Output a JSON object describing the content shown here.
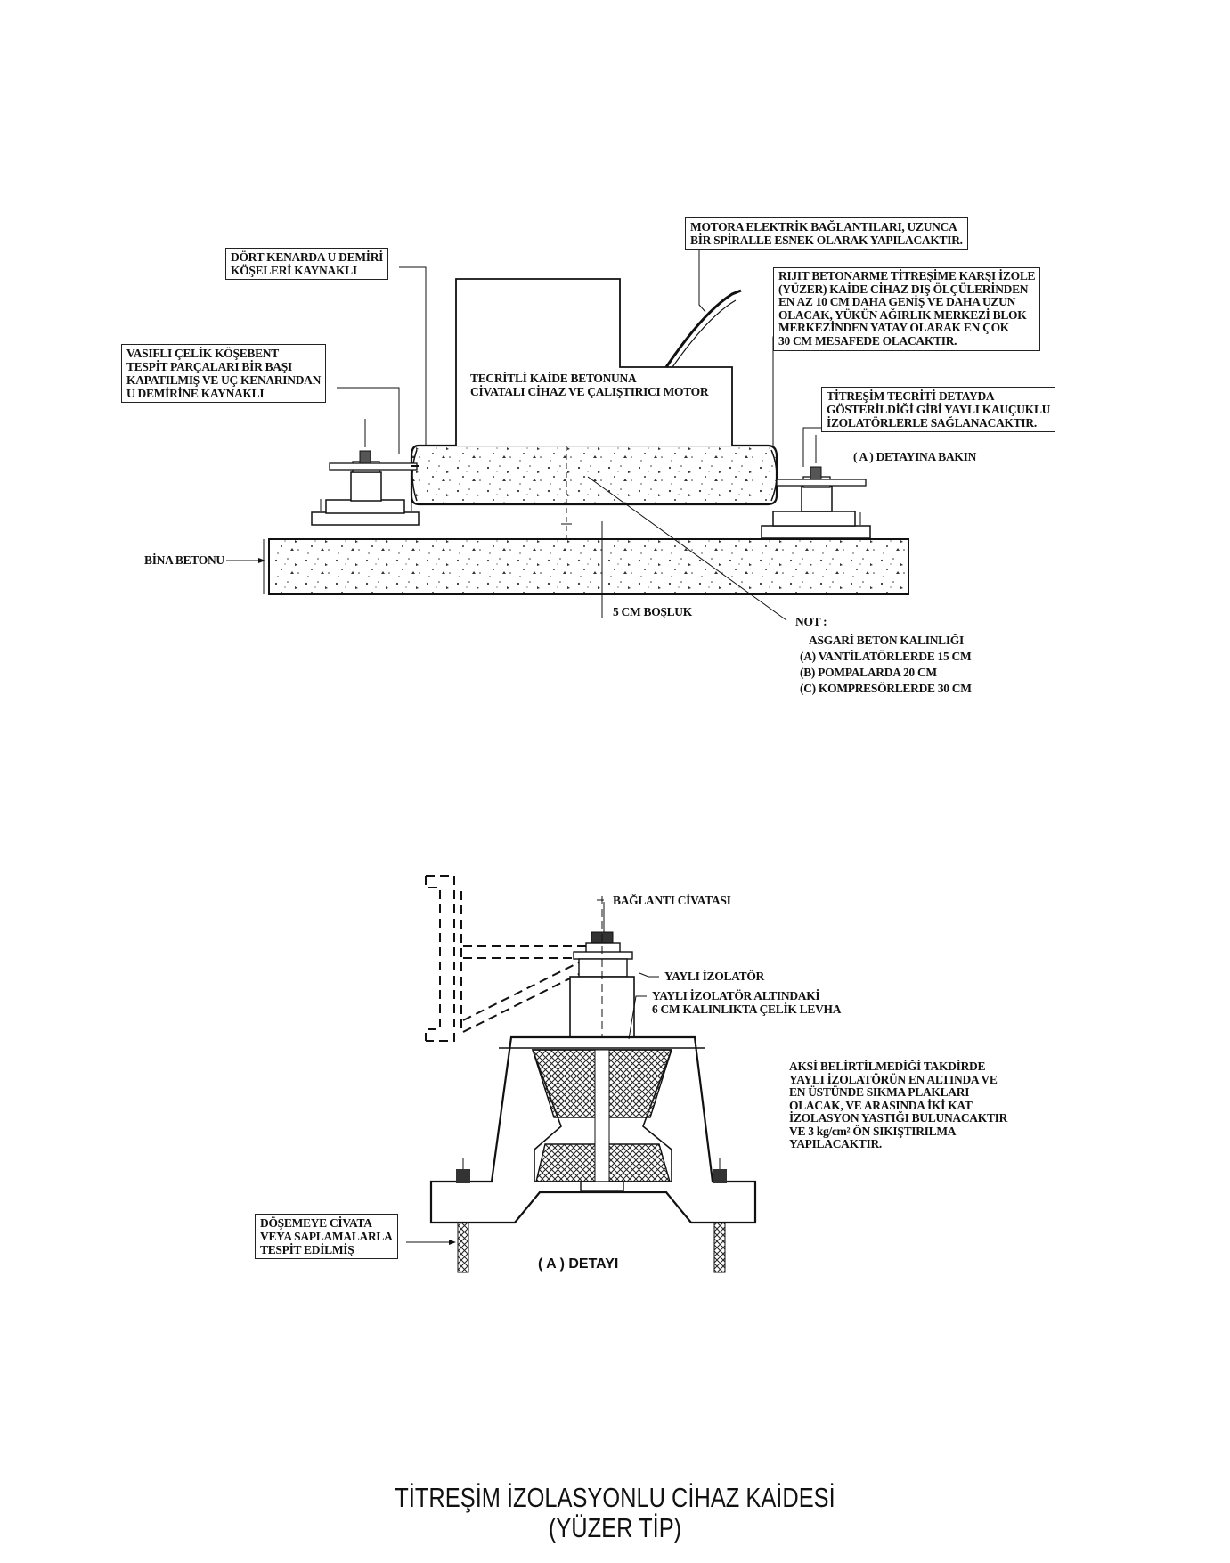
{
  "top_labels": {
    "u_iron": [
      "DÖRT KENARDA U DEMİRİ",
      "KÖŞELERİ KAYNAKLI"
    ],
    "motor_conn": [
      "MOTORA ELEKTRİK BAĞLANTILARI, UZUNCA",
      "BİR SPİRALLE ESNEK OLARAK YAPILACAKTIR."
    ],
    "rigid_base": [
      "RIJIT BETONARME TİTREŞİME KARŞI İZOLE",
      "(YÜZER) KAİDE CİHAZ DIŞ ÖLÇÜLERİNDEN",
      "EN AZ 10 CM DAHA GENİŞ VE DAHA UZUN",
      "OLACAK, YÜKÜN AĞIRLIK MERKEZİ BLOK",
      "MERKEZİNDEN YATAY OLARAK EN ÇOK",
      "30 CM MESAFEDE OLACAKTIR."
    ],
    "steel_angle": [
      "VASIFLI ÇELİK KÖŞEBENT",
      "TESPİT PARÇALARI BİR BAŞI",
      "KAPATILMIŞ VE UÇ KENARINDAN",
      "U DEMİRİNE KAYNAKLI"
    ],
    "motor": [
      "TECRİTLİ KAİDE BETONUNA",
      "CİVATALI CİHAZ VE ÇALIŞTIRICI MOTOR"
    ],
    "isolation": [
      "TİTREŞİM TECRİTİ DETAYDA",
      "GÖSTERİLDİĞİ GİBİ YAYLI KAUÇUKLU",
      "İZOLATÖRLERLE SAĞLANACAKTIR."
    ],
    "see_detail": "( A ) DETAYINA BAKIN",
    "building_concrete": "BİNA BETONU",
    "gap": "5 CM BOŞLUK",
    "note_head": "NOT :",
    "note_lines": [
      "ASGARİ BETON KALINLIĞI",
      "(A) VANTİLATÖRLERDE 15 CM",
      "(B) POMPALARDA 20 CM",
      "(C) KOMPRESÖRLERDE 30 CM"
    ]
  },
  "detail_labels": {
    "bolt": "BAĞLANTI CİVATASI",
    "spring": "YAYLI İZOLATÖR",
    "plate": [
      "YAYLI İZOLATÖR ALTINDAKİ",
      "6 CM KALINLIKTA ÇELİK LEVHA"
    ],
    "side_note": [
      "AKSİ BELİRTİLMEDİĞİ TAKDİRDE",
      "YAYLI İZOLATÖRÜN EN ALTINDA VE",
      "EN ÜSTÜNDE SIKMA PLAKLARI",
      "OLACAK, VE ARASINDA İKİ KAT",
      "İZOLASYON YASTIĞI BULUNACAKTIR",
      "VE 3 kg/cm² ÖN SIKIŞTIRILMA",
      "YAPILACAKTIR."
    ],
    "floor": [
      "DÖŞEMEYE CİVATA",
      "VEYA SAPLAMALARLA",
      "TESPİT EDİLMİŞ"
    ],
    "caption": "( A ) DETAYI"
  },
  "title": [
    "TİTREŞİM İZOLASYONLU CİHAZ KAİDESİ",
    "(YÜZER TİP)"
  ]
}
